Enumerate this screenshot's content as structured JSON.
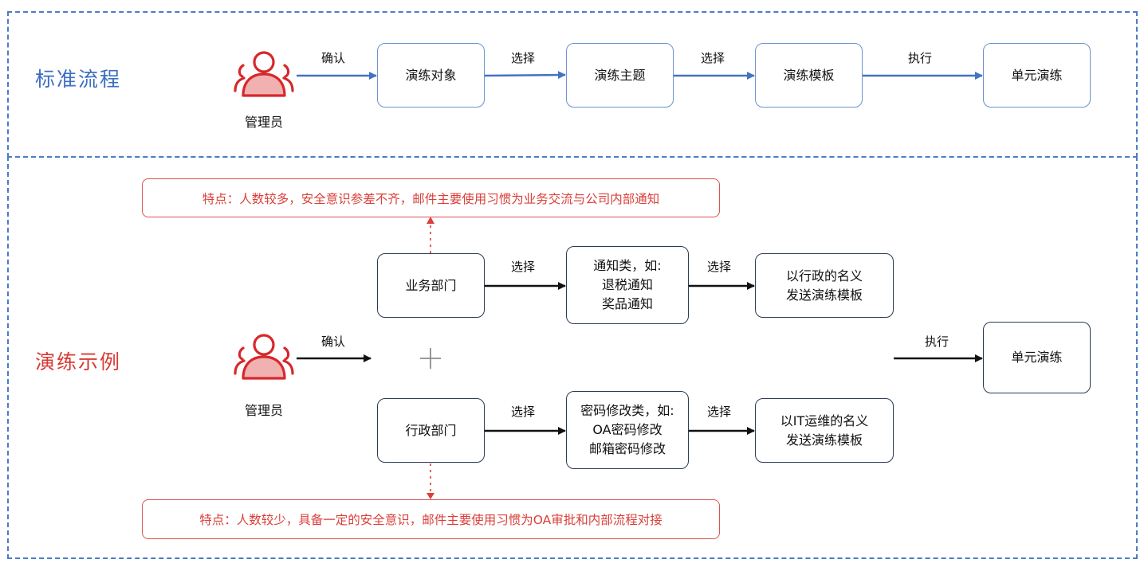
{
  "colors": {
    "frame": "#4a7cc7",
    "standard_title": "#3b6fc0",
    "example_title": "#d73a34",
    "standard_arrow": "#4472c4",
    "example_arrow": "#111111",
    "note_text": "#d9403a",
    "note_border": "#d9534f",
    "person_stroke": "#d6282b",
    "person_fill": "#f2b1b1"
  },
  "standard": {
    "title": "标准流程",
    "actor": {
      "icon": "users-icon",
      "label": "管理员"
    },
    "steps": [
      {
        "edge_label": "确认",
        "node": "演练对象"
      },
      {
        "edge_label": "选择",
        "node": "演练主题"
      },
      {
        "edge_label": "选择",
        "node": "演练模板"
      },
      {
        "edge_label": "执行",
        "node": "单元演练"
      }
    ]
  },
  "example": {
    "title": "演练示例",
    "actor": {
      "icon": "users-icon",
      "label": "管理员"
    },
    "confirm_label": "确认",
    "branch_icon": "plus-icon",
    "branches": [
      {
        "department": "业务部门",
        "edge1_label": "选择",
        "category_lines": [
          "通知类，如:",
          "退税通知",
          "奖品通知"
        ],
        "edge2_label": "选择",
        "template_lines": [
          "以行政的名义",
          "发送演练模板"
        ],
        "note": "特点：人数较多，安全意识参差不齐，邮件主要使用习惯为业务交流与公司内部通知"
      },
      {
        "department": "行政部门",
        "edge1_label": "选择",
        "category_lines": [
          "密码修改类，如:",
          "OA密码修改",
          "邮箱密码修改"
        ],
        "edge2_label": "选择",
        "template_lines": [
          "以IT运维的名义",
          "发送演练模板"
        ],
        "note": "特点：人数较少，具备一定的安全意识，邮件主要使用习惯为OA审批和内部流程对接"
      }
    ],
    "execute_label": "执行",
    "final_node": "单元演练"
  }
}
